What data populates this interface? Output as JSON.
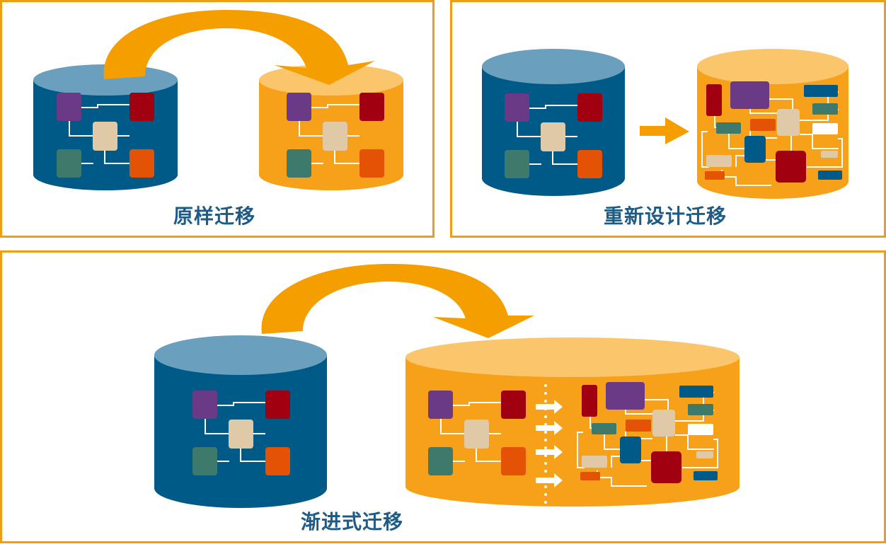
{
  "labels": {
    "as_is": "原样迁移",
    "redesign": "重新设计迁移",
    "incremental": "渐进式迁移"
  },
  "colors": {
    "panel_border": "#F39C12",
    "legacy_db_body": "#005A87",
    "legacy_db_top": "#6AA0BE",
    "new_db_body": "#F7A11A",
    "new_db_top": "#FBC56B",
    "arrow": "#F59E00",
    "title_text": "#1F5B87",
    "module_purple": "#6B3A86",
    "module_red": "#A00010",
    "module_beige": "#E0C9A6",
    "module_teal": "#3E7A6C",
    "module_orange": "#E35205",
    "module_blue": "#005A87",
    "module_white": "#FFFFFF"
  }
}
